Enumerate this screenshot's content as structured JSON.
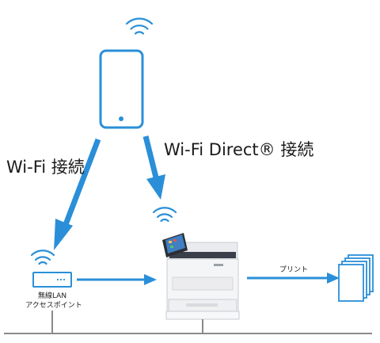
{
  "labels": {
    "wifi_connect": "Wi-Fi 接続",
    "wifi_direct_connect": "Wi-Fi Direct® 接続",
    "access_point_line1": "無線LAN",
    "access_point_line2": "アクセスポイント",
    "print": "プリント"
  },
  "icons": {
    "phone": "smartphone-icon",
    "wifi": "wifi-icon",
    "router": "wireless-access-point-icon",
    "printer": "printer-icon",
    "documents": "document-stack-icon"
  },
  "colors": {
    "accent": "#2a8fd8",
    "network_line": "#8a8a8a"
  }
}
